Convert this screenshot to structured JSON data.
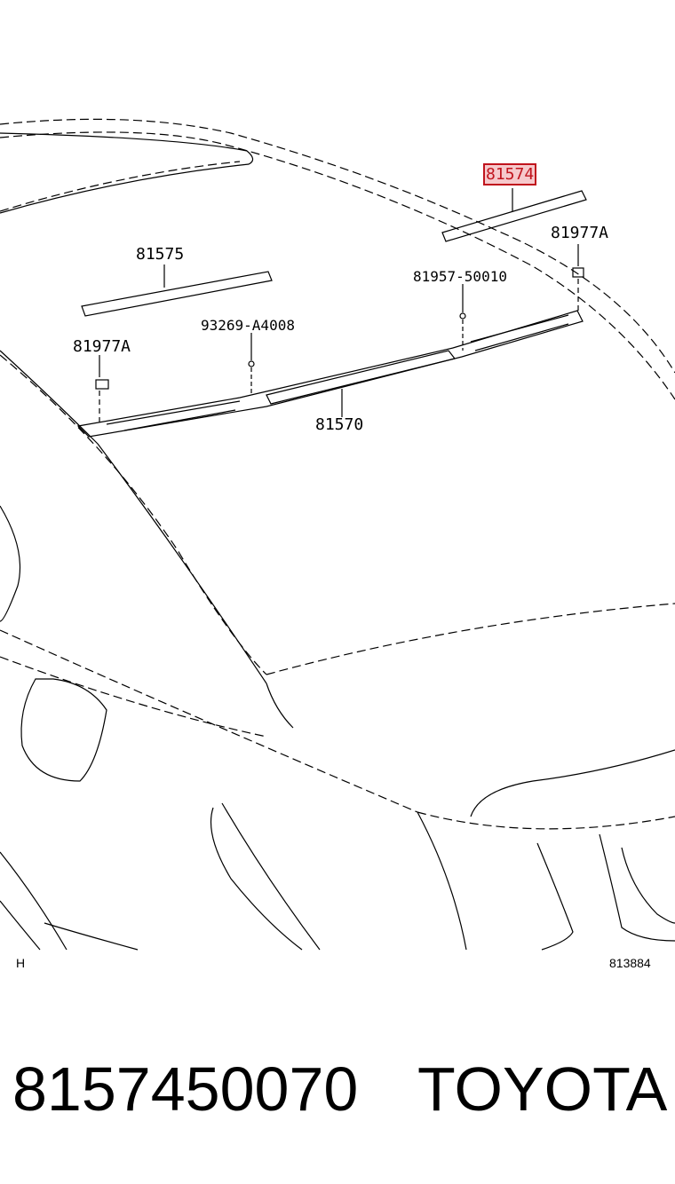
{
  "callouts": {
    "roof_molding_rh": "81574",
    "roof_molding_lh": "81575",
    "clip_right": "81977A",
    "clip_left": "81977A",
    "screw_right": "81957-50010",
    "screw_left": "93269-A4008",
    "lamp_assembly": "81570"
  },
  "corner": {
    "left_mark": "H",
    "diagram_code": "813884"
  },
  "footer": {
    "part_number": "8157450070",
    "brand": "TOYOTA"
  },
  "colors": {
    "highlight_fill": "#f6c9cc",
    "highlight_border": "#c0141d",
    "ink": "#000000"
  }
}
